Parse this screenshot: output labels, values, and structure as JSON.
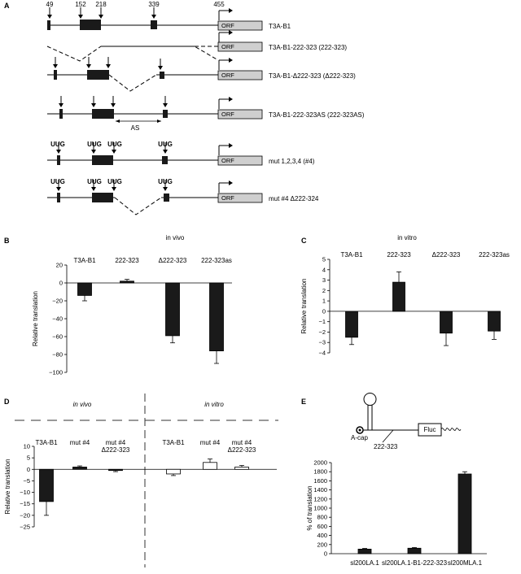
{
  "colors": {
    "bar_dark": "#1a1a1a",
    "bar_light": "#ffffff",
    "orf": "#cfcfcf",
    "line": "#000000"
  },
  "panelA": {
    "letter": "A",
    "positions": [
      "49",
      "152",
      "218",
      "339",
      "455"
    ],
    "orf": "ORF",
    "as_label": "AS",
    "uug": "UUG",
    "constructs": [
      "T3A-B1",
      "T3A-B1-222-323 (222-323)",
      "T3A-B1-Δ222-323 (Δ222-323)",
      "T3A-B1-222-323AS (222-323AS)",
      "mut 1,2,3,4 (#4)",
      "mut #4 Δ222-324"
    ]
  },
  "chart_data": [
    {
      "panel": "B",
      "type": "bar",
      "title": "in vivo",
      "categories": [
        "T3A-B1",
        "222-323",
        "Δ222-323",
        "222-323as"
      ],
      "values": [
        -14,
        2,
        -59,
        -76
      ],
      "errors": [
        6,
        2,
        8,
        14
      ],
      "ylabel": "Relative translation",
      "ylim": [
        -100,
        20
      ],
      "yticks": [
        "20",
        "0",
        "−20",
        "−40",
        "−60",
        "−80",
        "−100"
      ]
    },
    {
      "panel": "C",
      "type": "bar",
      "title": "in vitro",
      "categories": [
        "T3A-B1",
        "222-323",
        "Δ222-323",
        "222-323as"
      ],
      "values": [
        -2.5,
        2.8,
        -2.1,
        -1.9
      ],
      "errors": [
        0.7,
        1.0,
        1.2,
        0.8
      ],
      "ylabel": "Relative translation",
      "ylim": [
        -4,
        5
      ],
      "yticks": [
        "5",
        "4",
        "3",
        "2",
        "1",
        "0",
        "−1",
        "−2",
        "−3",
        "−4"
      ]
    },
    {
      "panel": "D",
      "type": "bar",
      "group_titles": [
        "in vivo",
        "in vitro"
      ],
      "categories": [
        "T3A-B1",
        "mut #4",
        "mut #4 Δ222-323",
        "T3A-B1",
        "mut #4",
        "mut #4 Δ222-323"
      ],
      "values": [
        -14,
        1,
        -0.5,
        -2,
        3,
        1
      ],
      "errors": [
        6,
        0.5,
        0.5,
        0.7,
        1.5,
        0.7
      ],
      "fill": [
        "dark",
        "dark",
        "dark",
        "light",
        "light",
        "light"
      ],
      "ylabel": "Relative translation",
      "ylim": [
        -25,
        10
      ],
      "yticks": [
        "10",
        "5",
        "0",
        "−5",
        "−10",
        "−15",
        "−20",
        "−25"
      ]
    },
    {
      "panel": "E",
      "type": "bar",
      "categories": [
        "sl200LA.1",
        "sl200LA.1-B1-222-323",
        "sl200MLA.1"
      ],
      "values": [
        100,
        120,
        1750
      ],
      "errors": [
        15,
        15,
        50
      ],
      "ylabel": "% of translation",
      "ylim": [
        0,
        2000
      ],
      "yticks": [
        "2000",
        "1800",
        "1600",
        "1400",
        "1200",
        "1000",
        "800",
        "600",
        "400",
        "200",
        "0"
      ]
    }
  ],
  "panelE_schema": {
    "cap": "A-cap",
    "fluc": "Fluc",
    "region": "222-323"
  }
}
